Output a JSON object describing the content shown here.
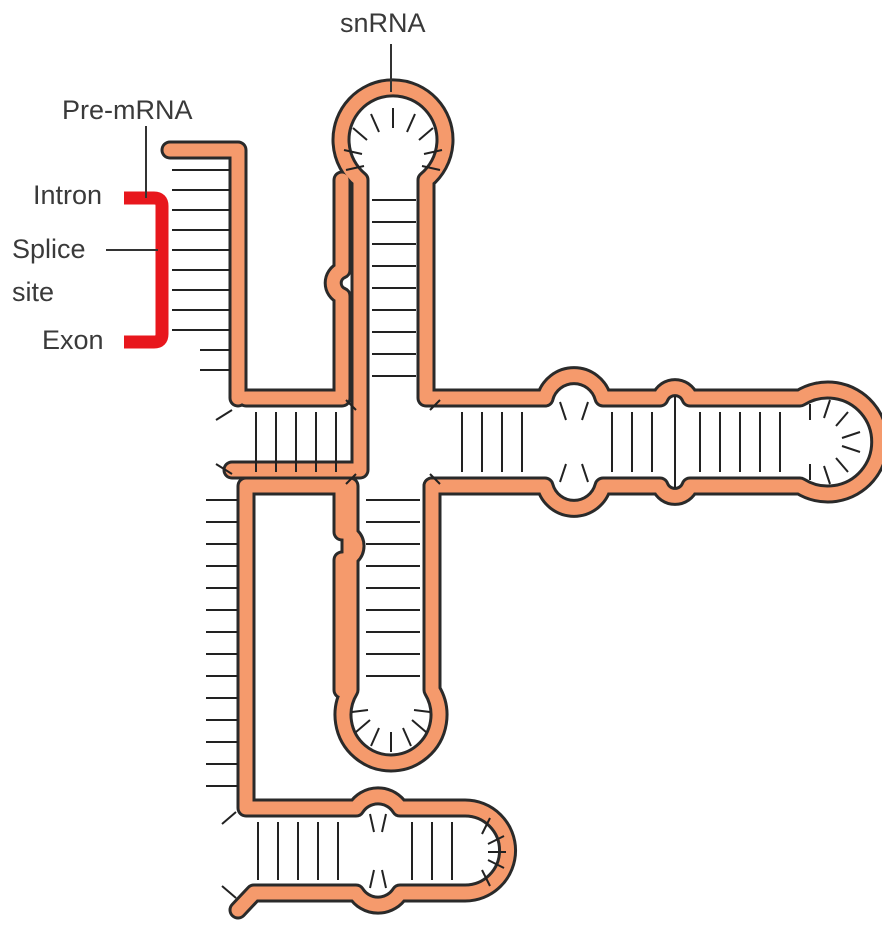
{
  "labels": {
    "snrna": "snRNA",
    "pre_mrna": "Pre-mRNA",
    "intron": "Intron",
    "splice": "Splice",
    "site": "site",
    "exon": "Exon"
  },
  "colors": {
    "strand_fill": "#f59a6c",
    "strand_outline": "#2a2a2a",
    "bracket": "#e8171d",
    "base_line": "#222222",
    "leader": "#333333"
  }
}
